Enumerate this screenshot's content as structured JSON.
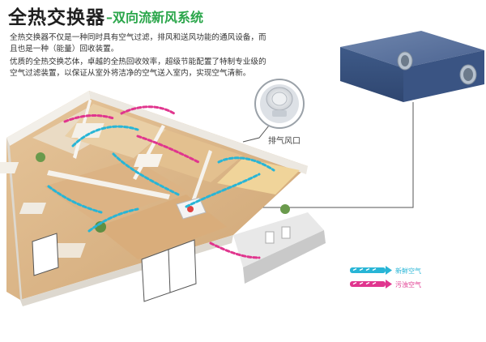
{
  "header": {
    "title": "全热交换器",
    "subtitle": "–双向流新风系统"
  },
  "description": [
    "全热交换器不仅是一种同时具有空气过滤，排风和送风功能的通风设备，而",
    "且也是一种（能量）回收装置。",
    "优质的全热交换芯体，卓越的全热回收效率，超级节能配置了特制专业级的",
    "空气过滤装置，以保证从室外将洁净的空气送入室内，实现空气清新。"
  ],
  "callout_label": "排气风口",
  "legend": [
    {
      "label": "新鲜空气",
      "color": "#28b5d6"
    },
    {
      "label": "污浊空气",
      "color": "#e0358e"
    }
  ],
  "colors": {
    "fresh_air": "#28b5d6",
    "stale_air": "#e0358e",
    "title_green": "#2aa64a",
    "unit_body": "#3e5a88"
  }
}
